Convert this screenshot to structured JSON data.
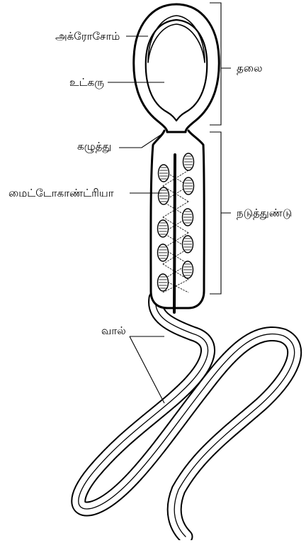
{
  "diagram": {
    "labels": {
      "acrosome": "அக்ரோசோம்",
      "nucleus": "உட்கரு",
      "head": "தலை",
      "neck": "கழுத்து",
      "mitochondria": "மைட்டோகாண்ட்ரியா",
      "middle_piece": "நடுத்துண்டு",
      "tail": "வால்"
    },
    "colors": {
      "stroke": "#000000",
      "fill": "#ffffff"
    }
  }
}
